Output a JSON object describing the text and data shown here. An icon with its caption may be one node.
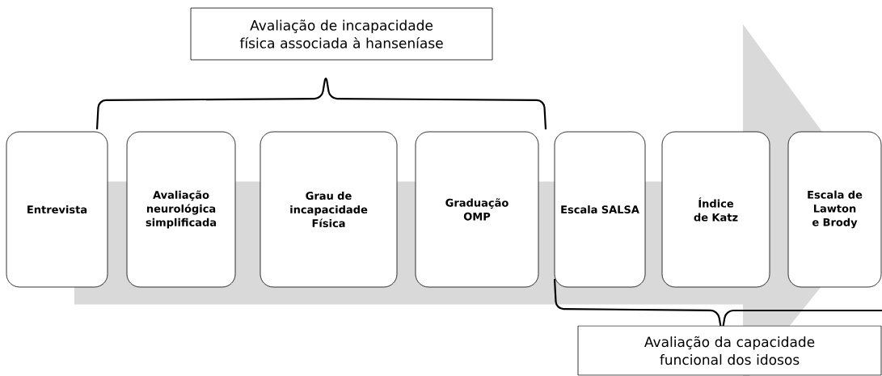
{
  "diagram": {
    "nodes": [
      {
        "text": [
          "Avaliação de incapacidade física associada à hanseníase"
        ]
      },
      {
        "text": [
          "Entrevista"
        ]
      },
      {
        "text": [
          "Avaliação neurológica simplificada"
        ]
      },
      {
        "text": [
          "Grau de incapacidade Física"
        ]
      },
      {
        "text": [
          "Graduação OMP"
        ]
      },
      {
        "text": [
          "Escala SALSA"
        ]
      },
      {
        "text": [
          "Índice de Katz"
        ]
      },
      {
        "text": [
          "Escala de Lawton e Brody"
        ]
      },
      {
        "text": [
          "Avaliação da capacidade funcional dos idosos"
        ]
      }
    ],
    "edges": [
      {
        "from": 1,
        "to": 7,
        "arrow": "to",
        "style": "thick"
      }
    ]
  }
}
